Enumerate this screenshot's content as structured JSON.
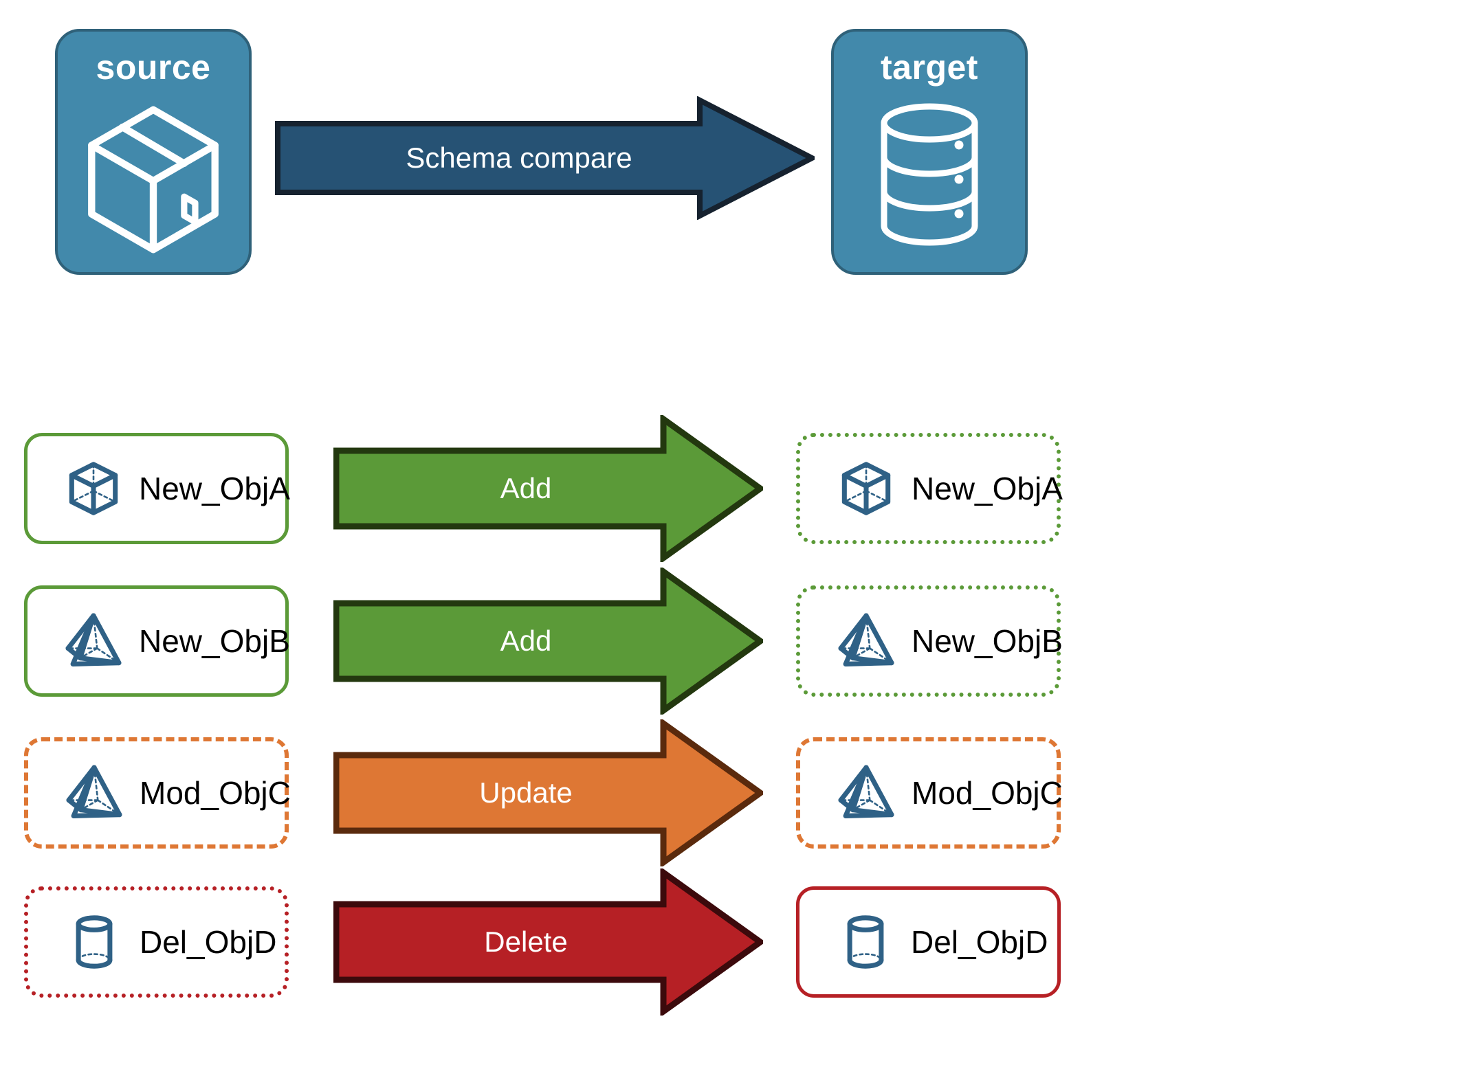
{
  "diagram": {
    "title": "Schema compare source to target",
    "colors": {
      "endpoint_fill": "#4289AB",
      "endpoint_border": "#2F6179",
      "compare_arrow_fill": "#265274",
      "compare_arrow_border": "#16222F",
      "add_fill": "#5B9A38",
      "add_border": "#23380F",
      "update_fill": "#DE7734",
      "update_border": "#5A2A0D",
      "delete_fill": "#B62025",
      "delete_border": "#3C0A0C",
      "object_icon": "#2F6186",
      "object_label": "#000000"
    }
  },
  "endpoints": {
    "source": {
      "label": "source",
      "icon": "package-box-icon"
    },
    "target": {
      "label": "target",
      "icon": "database-cylinder-icon"
    }
  },
  "compare": {
    "label": "Schema compare",
    "icon": "right-arrow-icon"
  },
  "rows": [
    {
      "source": {
        "label": "New_ObjA",
        "icon": "wireframe-cube-icon",
        "border": "solid-green"
      },
      "action": {
        "label": "Add",
        "color": "#5B9A38"
      },
      "target": {
        "label": "New_ObjA",
        "icon": "wireframe-cube-icon",
        "border": "dotted-green"
      }
    },
    {
      "source": {
        "label": "New_ObjB",
        "icon": "wireframe-pyramid-icon",
        "border": "solid-green"
      },
      "action": {
        "label": "Add",
        "color": "#5B9A38"
      },
      "target": {
        "label": "New_ObjB",
        "icon": "wireframe-pyramid-icon",
        "border": "dotted-green"
      }
    },
    {
      "source": {
        "label": "Mod_ObjC",
        "icon": "wireframe-pyramid-icon",
        "border": "dashed-orange"
      },
      "action": {
        "label": "Update",
        "color": "#DE7734"
      },
      "target": {
        "label": "Mod_ObjC",
        "icon": "wireframe-pyramid-icon",
        "border": "dashed-orange"
      }
    },
    {
      "source": {
        "label": "Del_ObjD",
        "icon": "wireframe-cylinder-icon",
        "border": "dotted-red"
      },
      "action": {
        "label": "Delete",
        "color": "#B62025"
      },
      "target": {
        "label": "Del_ObjD",
        "icon": "wireframe-cylinder-icon",
        "border": "solid-red"
      }
    }
  ]
}
